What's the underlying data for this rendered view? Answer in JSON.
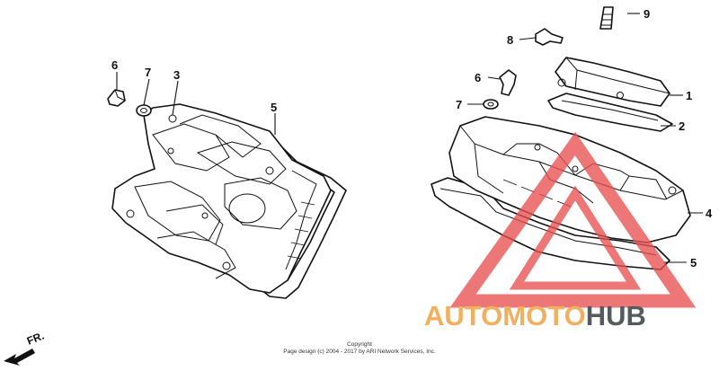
{
  "callouts": {
    "left_6": "6",
    "left_7": "7",
    "left_3": "3",
    "left_5": "5",
    "right_9": "9",
    "right_8": "8",
    "right_6": "6",
    "right_7": "7",
    "right_1": "1",
    "right_2": "2",
    "right_4": "4",
    "right_5": "5"
  },
  "copyright": {
    "line1": "Copyright",
    "line2": "Page design (c) 2004 - 2017 by ARI Network Services, Inc."
  },
  "direction": {
    "label": "FR."
  },
  "watermark": {
    "part1": "AUTOMOTO",
    "part2": "HUB",
    "color_primary": "#f0b060",
    "color_secondary": "#555a5e",
    "triangle_color": "#e85050"
  }
}
